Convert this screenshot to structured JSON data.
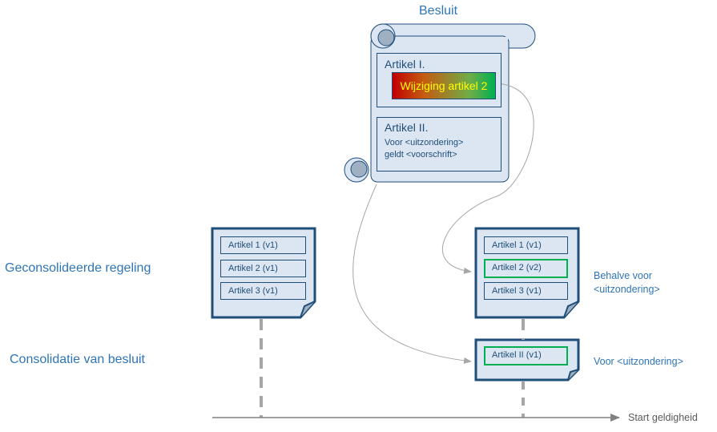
{
  "besluit": {
    "title": "Besluit",
    "artikel1": {
      "title": "Artikel I.",
      "change": "Wijziging artikel 2"
    },
    "artikel2": {
      "title": "Artikel II.",
      "line1": "Voor <uitzondering>",
      "line2": "geldt <voorschrift>"
    }
  },
  "labels": {
    "geconsolideerde": "Geconsolideerde regeling",
    "consolidatie": "Consolidatie van besluit",
    "behalve_line1": "Behalve voor",
    "behalve_line2": "<uitzondering>",
    "voor": "Voor <uitzondering>",
    "axis": "Start geldigheid"
  },
  "regeling_v1": [
    "Artikel 1 (v1)",
    "Artikel 2 (v1)",
    "Artikel 3 (v1)"
  ],
  "regeling_v2": [
    "Artikel 1 (v1)",
    "Artikel 2 (v2)",
    "Artikel 3 (v1)"
  ],
  "consolidatie_doc": [
    "Artikel II (v1)"
  ],
  "colors": {
    "text_blue": "#2e75b6",
    "dark_blue": "#1f4e79",
    "box_fill": "#dce6f2",
    "highlight": "#00b050",
    "arrow": "#a6a6a6"
  }
}
